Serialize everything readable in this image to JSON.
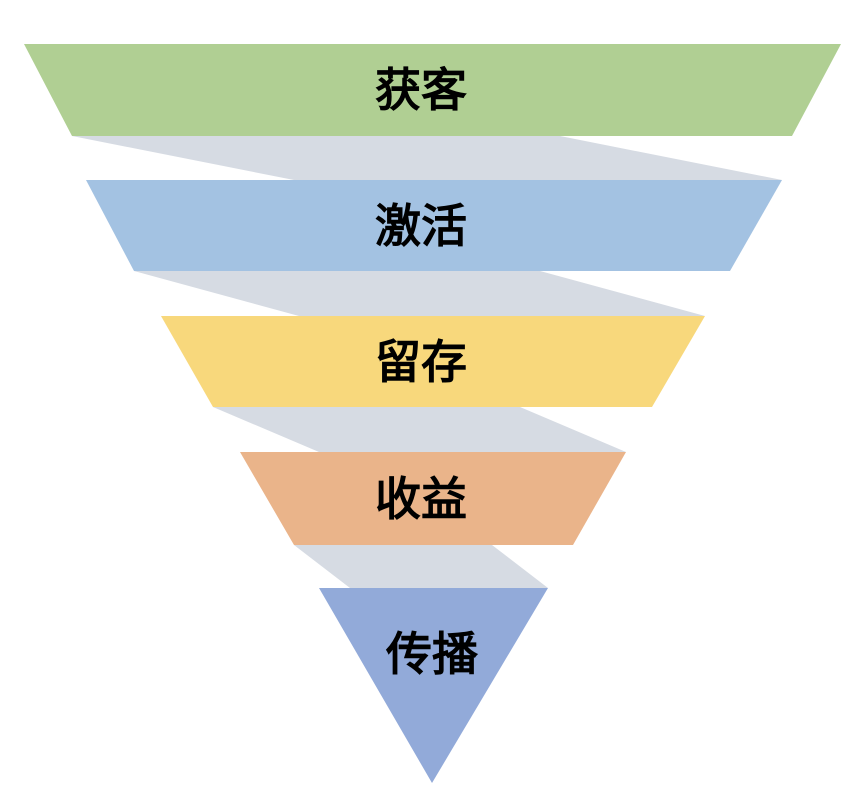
{
  "funnel": {
    "connector_color": "#d6dbe3",
    "stages": [
      {
        "label": "获客",
        "color": "#b0cf93"
      },
      {
        "label": "激活",
        "color": "#a3c2e2"
      },
      {
        "label": "留存",
        "color": "#f8d87c"
      },
      {
        "label": "收益",
        "color": "#eab48a"
      },
      {
        "label": "传播",
        "color": "#92aad9"
      }
    ]
  }
}
